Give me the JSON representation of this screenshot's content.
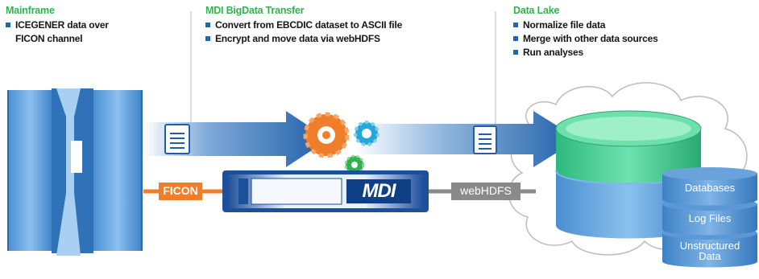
{
  "columns": {
    "mainframe": {
      "title": "Mainframe",
      "bullets": [
        "ICEGENER data over",
        "FICON channel"
      ]
    },
    "transfer": {
      "title": "MDI BigData Transfer",
      "bullets": [
        "Convert from EBCDIC dataset to ASCII file",
        "Encrypt and move data via webHDFS"
      ]
    },
    "lake": {
      "title": "Data Lake",
      "bullets": [
        "Normalize file data",
        "Merge with other data sources",
        "Run analyses"
      ]
    }
  },
  "connections": {
    "ficon": "FICON",
    "webhdfs": "webHDFS"
  },
  "device": {
    "logo": "MDI"
  },
  "stack": {
    "databases": "Databases",
    "log_files": "Log Files",
    "unstructured_line1": "Unstructured",
    "unstructured_line2": "Data"
  },
  "icons": [
    "document-icon",
    "gear-icon",
    "database-icon",
    "mainframe-icon",
    "cloud-icon"
  ],
  "colors": {
    "title_green": "#2fb34a",
    "bullet_blue": "#1d67b1",
    "arrow_blue": "#1f5fa8",
    "orange": "#ef7d2a",
    "teal": "#27b3b8",
    "lake_green": "#34c88f",
    "cyl_blue": "#4c8fd0",
    "gray": "#8a8a8a"
  }
}
